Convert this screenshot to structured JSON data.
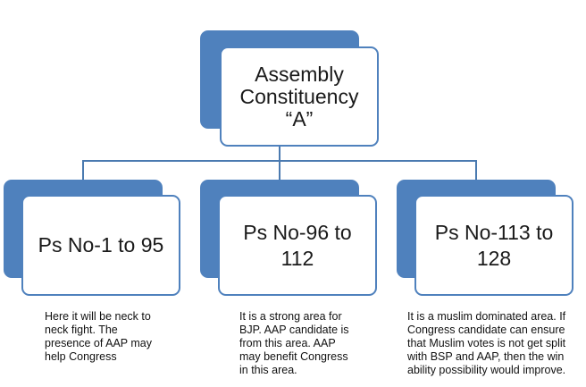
{
  "root": {
    "label": "Assembly Constituency “A”"
  },
  "children": [
    {
      "label": "Ps No-1 to 95",
      "note": "Here it will be neck to neck fight. The presence of AAP may help Congress"
    },
    {
      "label": "Ps No-96 to 112",
      "note": "It is a strong area for BJP. AAP candidate is from this area. AAP may benefit Congress in this area."
    },
    {
      "label": "Ps No-113 to 128",
      "note": "It is a muslim dominated area. If Congress candidate can ensure that Muslim votes is not get split with BSP and AAP, then the win ability possibility would improve."
    }
  ],
  "colors": {
    "accent": "#4f81bd",
    "connector": "#4a7ab0",
    "box_fill": "#ffffff",
    "text": "#1a1a1a"
  }
}
